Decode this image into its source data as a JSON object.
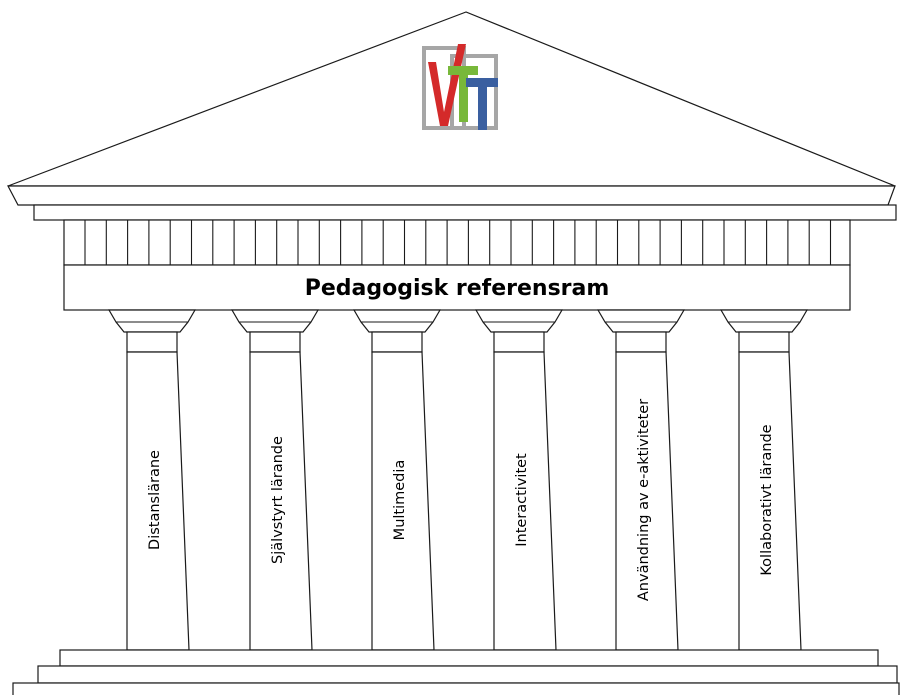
{
  "diagram": {
    "frieze_label": "Pedagogisk referensram",
    "pillars": [
      {
        "label": "Distanslärane"
      },
      {
        "label": "Självstyrt lärande"
      },
      {
        "label": "Multimedia"
      },
      {
        "label": "Interactivitet"
      },
      {
        "label": "Användning av e-aktiviteter"
      },
      {
        "label": "Kollaborativt lärande"
      }
    ],
    "logo": {
      "text": "VTT",
      "colors": {
        "frame": "#a6a6a6",
        "v": "#d42a2a",
        "t1": "#78b83a",
        "t2": "#3a5fa0"
      }
    }
  }
}
